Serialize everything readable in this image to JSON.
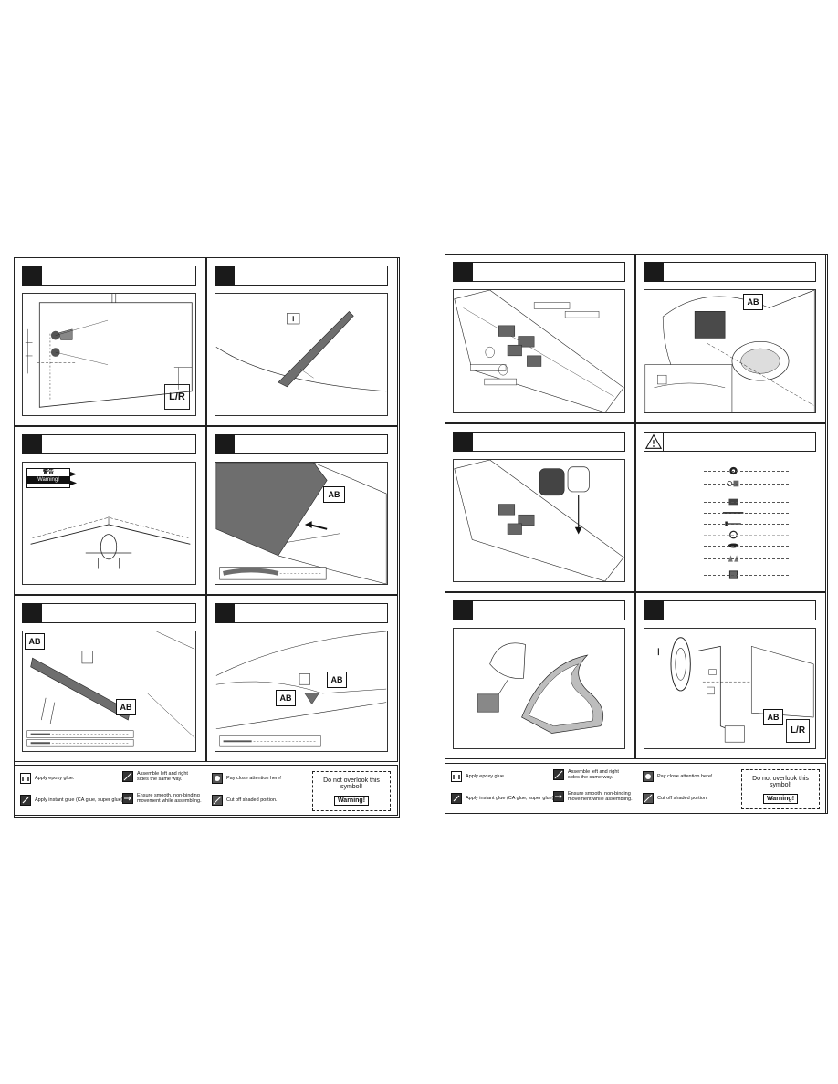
{
  "symbols": {
    "lr_label": "L/R",
    "ab_label": "AB",
    "warning_cn": "警告",
    "warning_en": "Warning!"
  },
  "legend": {
    "epoxy": "Apply epoxy glue.",
    "ca_glue": "Apply instant glue (CA glue, super glue).",
    "left_right": "Assemble left and right sides the same way.",
    "smooth": "Ensure smooth, non-binding movement while assembling.",
    "attention": "Pay close attention here!",
    "cut": "Cut off shaded portion.",
    "notice": "Do not overlook this symbol!",
    "notice_badge": "Warning!"
  },
  "colors": {
    "ink": "#111111",
    "shade": "#6e6e6e",
    "light_shade": "#bdbdbd"
  }
}
